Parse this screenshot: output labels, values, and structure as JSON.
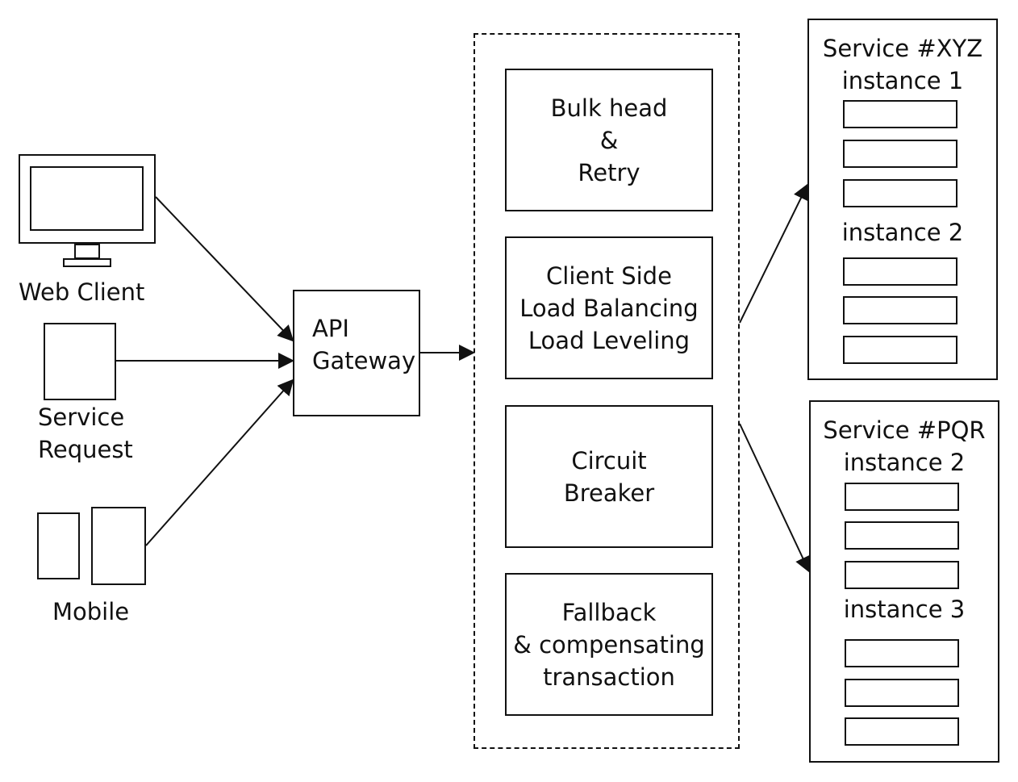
{
  "clients": {
    "web_client": "Web Client",
    "service_request": "Service\nRequest",
    "mobile": "Mobile"
  },
  "gateway": {
    "label": "API\nGateway"
  },
  "patterns": [
    {
      "label": "Bulk head\n&\nRetry"
    },
    {
      "label": "Client Side\nLoad Balancing\nLoad Leveling"
    },
    {
      "label": "Circuit\nBreaker"
    },
    {
      "label": "Fallback\n& compensating\ntransaction"
    }
  ],
  "services": [
    {
      "title": "Service #XYZ\ninstance 1",
      "second_instance": "instance 2"
    },
    {
      "title": "Service #PQR\ninstance 2",
      "second_instance": "instance 3"
    }
  ],
  "colors": {
    "stroke": "#111111",
    "background": "#ffffff"
  },
  "icons": [
    "monitor-icon",
    "document-icon",
    "phone-icon",
    "tablet-icon"
  ]
}
